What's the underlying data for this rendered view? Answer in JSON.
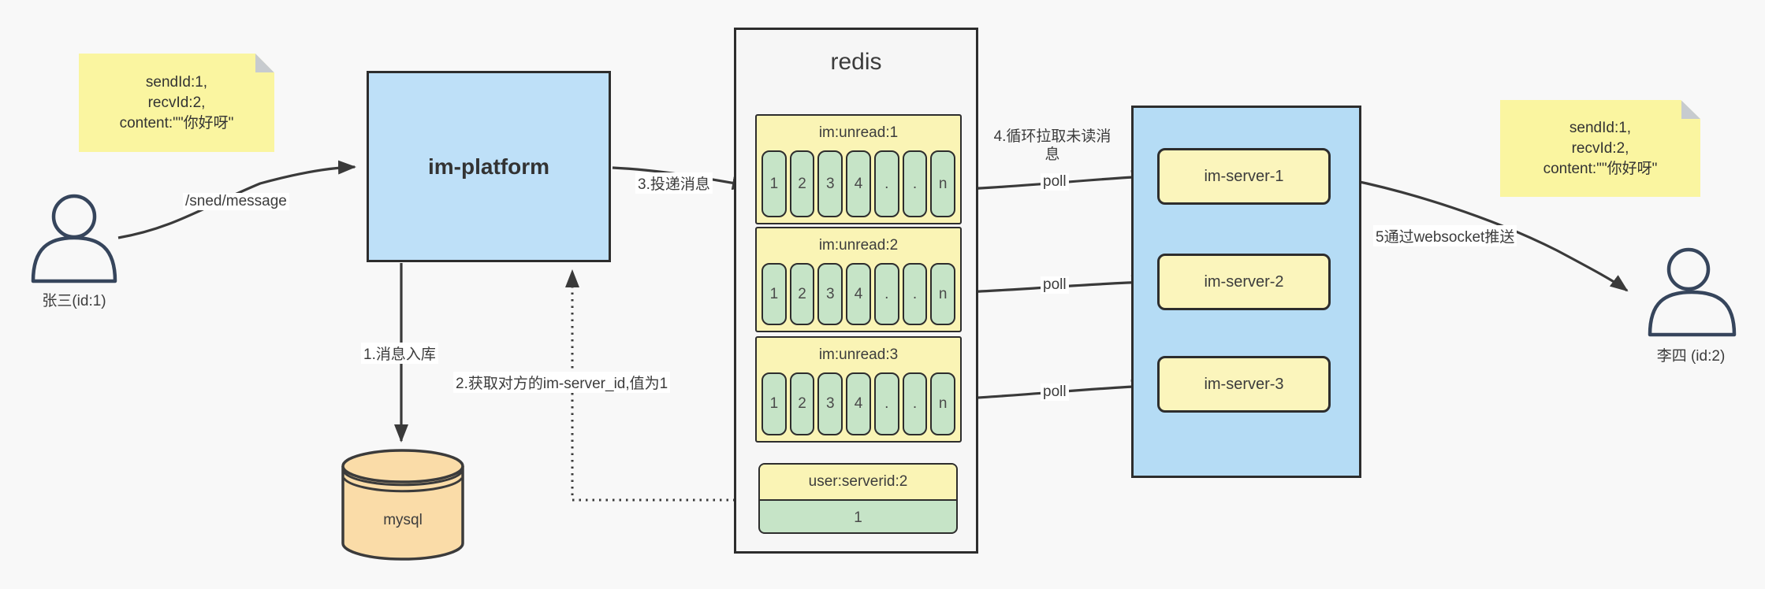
{
  "notes": {
    "left": {
      "lines": [
        "sendId:1,",
        "recvId:2,",
        "content:\"\"你好呀\""
      ]
    },
    "right": {
      "lines": [
        "sendId:1,",
        "recvId:2,",
        "content:\"\"你好呀\""
      ]
    }
  },
  "actors": {
    "sender": {
      "label": "张三(id:1)"
    },
    "receiver": {
      "label": "李四 (id:2)"
    }
  },
  "platform": {
    "label": "im-platform"
  },
  "database": {
    "label": "mysql"
  },
  "redis": {
    "title": "redis",
    "queues": [
      {
        "name": "im:unread:1",
        "cells": [
          "1",
          "2",
          "3",
          "4",
          ".",
          ".",
          "n"
        ]
      },
      {
        "name": "im:unread:2",
        "cells": [
          "1",
          "2",
          "3",
          "4",
          ".",
          ".",
          "n"
        ]
      },
      {
        "name": "im:unread:3",
        "cells": [
          "1",
          "2",
          "3",
          "4",
          ".",
          ".",
          "n"
        ]
      }
    ],
    "kv": {
      "key": "user:serverid:2",
      "value": "1"
    }
  },
  "cluster": {
    "servers": [
      {
        "label": "im-server-1"
      },
      {
        "label": "im-server-2"
      },
      {
        "label": "im-server-3"
      }
    ]
  },
  "edges": {
    "send_api": "/sned/message",
    "step1": "1.消息入库",
    "step2": "2.获取对方的im-server_id,值为1",
    "step3": "3.投递消息",
    "step4": "4.循环拉取未读消息",
    "poll": "poll",
    "step5": "5通过websocket推送"
  },
  "colors": {
    "background": "#f8f8f8",
    "box_blue": "#bee0f8",
    "cluster_blue": "#b5dcf5",
    "note_yellow": "#faf5a0",
    "queue_yellow": "#faf4b5",
    "cell_green": "#c6e4c7",
    "db_orange": "#fadca8",
    "container_gray": "#f6f6f6",
    "stroke": "#3a3a3a"
  }
}
